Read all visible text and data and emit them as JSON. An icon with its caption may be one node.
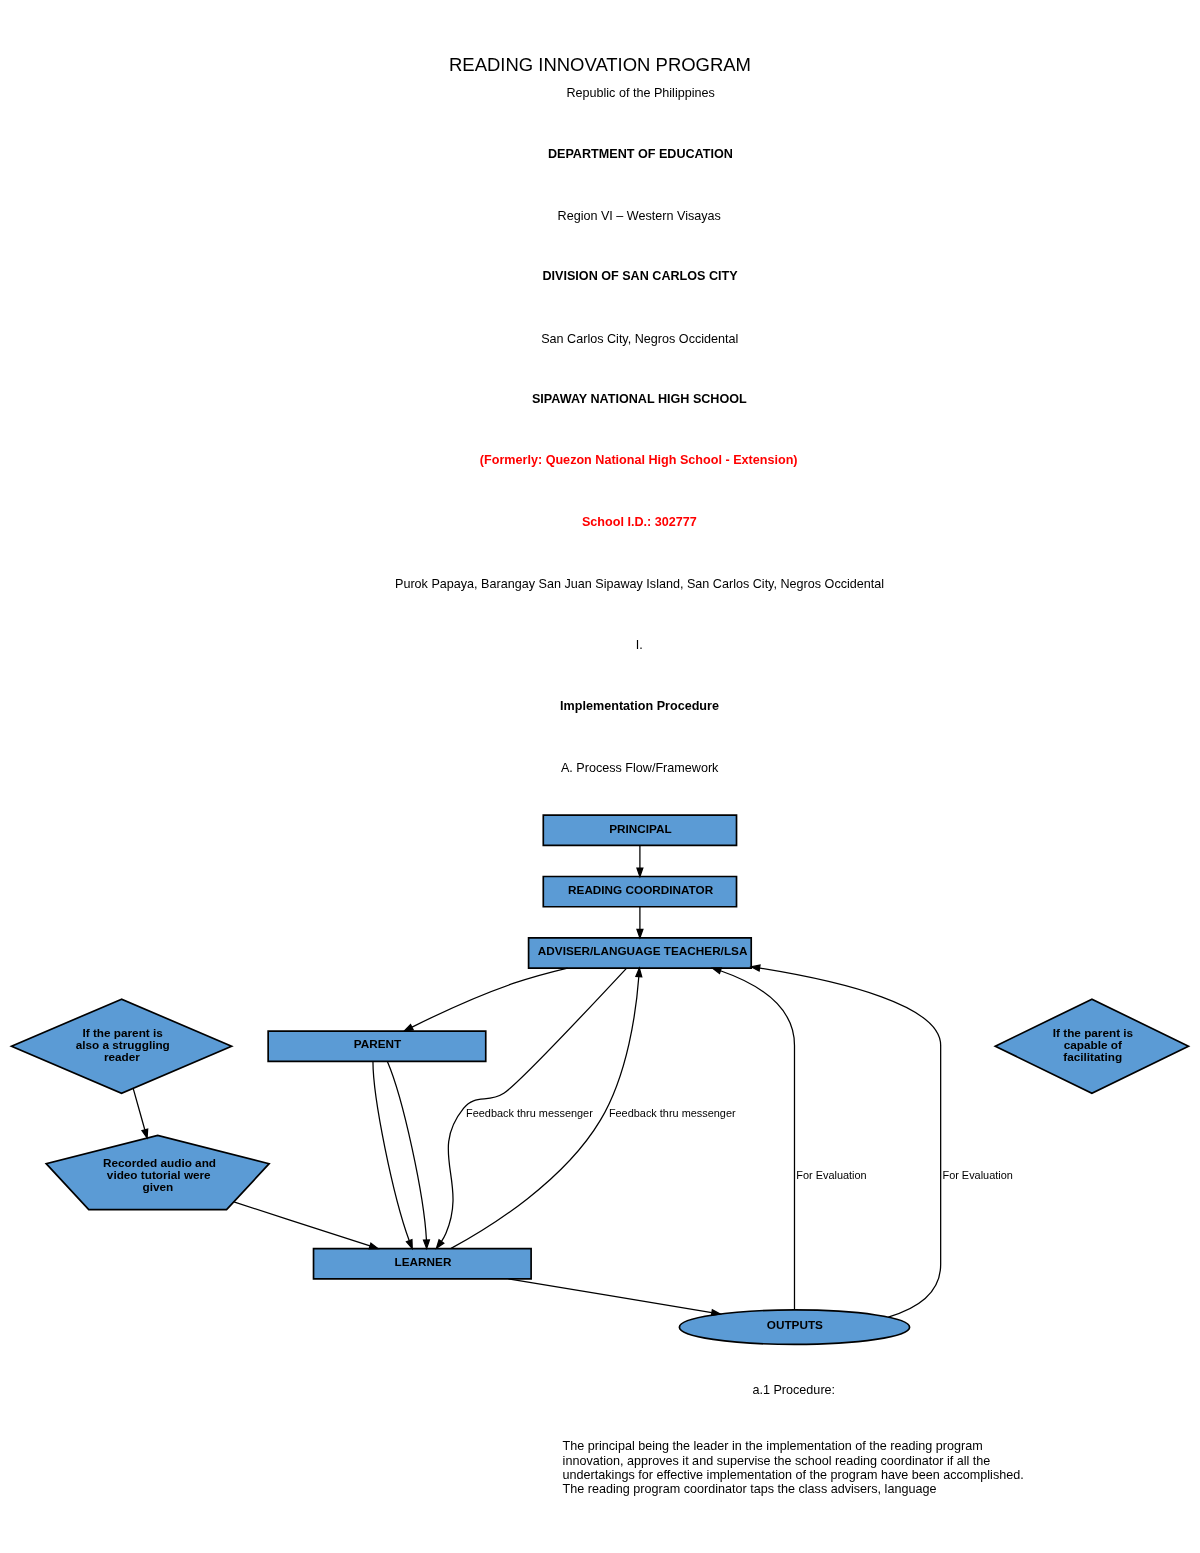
{
  "diagram": {
    "title": "READING INNOVATION PROGRAM",
    "nodes": [
      {
        "text": [
          "PRINCIPAL"
        ]
      },
      {
        "text": [
          "READING COORDINATOR"
        ]
      },
      {
        "text": [
          "ADVISER/LANGUAGE TEACHER/LSA"
        ]
      },
      {
        "text": [
          "PARENT"
        ]
      },
      {
        "text": [
          "If the parent is capable of facilitating"
        ]
      },
      {
        "text": [
          "If the parent is also a struggling reader"
        ]
      },
      {
        "text": [
          "LEARNER"
        ]
      },
      {
        "text": [
          "Recorded audio and video tutorial were given"
        ]
      },
      {
        "text": [
          "OUTPUTS"
        ]
      }
    ],
    "edges": [
      {
        "from": 0,
        "to": 1,
        "arrow": "to"
      },
      {
        "from": 1,
        "to": 2,
        "arrow": "to"
      },
      {
        "from": 2,
        "to": 3,
        "arrow": "to"
      },
      {
        "from": 3,
        "to": 6,
        "arrow": "to"
      },
      {
        "from": 3,
        "to": 6,
        "arrow": "to"
      },
      {
        "from": 2,
        "to": 6,
        "arrow": "to",
        "label": "Feedback thru messenger"
      },
      {
        "from": 6,
        "to": 2,
        "arrow": "to",
        "label": "Feedback thru messenger"
      },
      {
        "from": 5,
        "to": 7,
        "arrow": "to"
      },
      {
        "from": 7,
        "to": 6,
        "arrow": "to"
      },
      {
        "from": 6,
        "to": 8,
        "arrow": "to"
      },
      {
        "from": 8,
        "to": 2,
        "arrow": "to",
        "label": "For Evaluation"
      },
      {
        "from": 8,
        "to": 2,
        "arrow": "to",
        "label": "For Evaluation"
      }
    ],
    "labels": [
      "Republic of the Philippines",
      "DEPARTMENT OF EDUCATION",
      "Region VI – Western Visayas",
      "DIVISION OF SAN CARLOS CITY",
      "San Carlos City, Negros Occidental",
      "SIPAWAY NATIONAL HIGH SCHOOL",
      "(Formerly: Quezon National High School - Extension)",
      "School I.D.: 302777",
      "Purok Papaya, Barangay San Juan Sipaway Island, San Carlos City, Negros Occidental",
      "I.",
      "Implementation Procedure",
      "A. Process Flow/Framework",
      "a.1 Procedure:",
      "The principal being the leader in the implementation of the reading program innovation, approves it and supervise the school reading coordinator if all the undertakings for effective implementation of the program have been accomplished. The reading program coordinator taps the class advisers, language"
    ]
  }
}
